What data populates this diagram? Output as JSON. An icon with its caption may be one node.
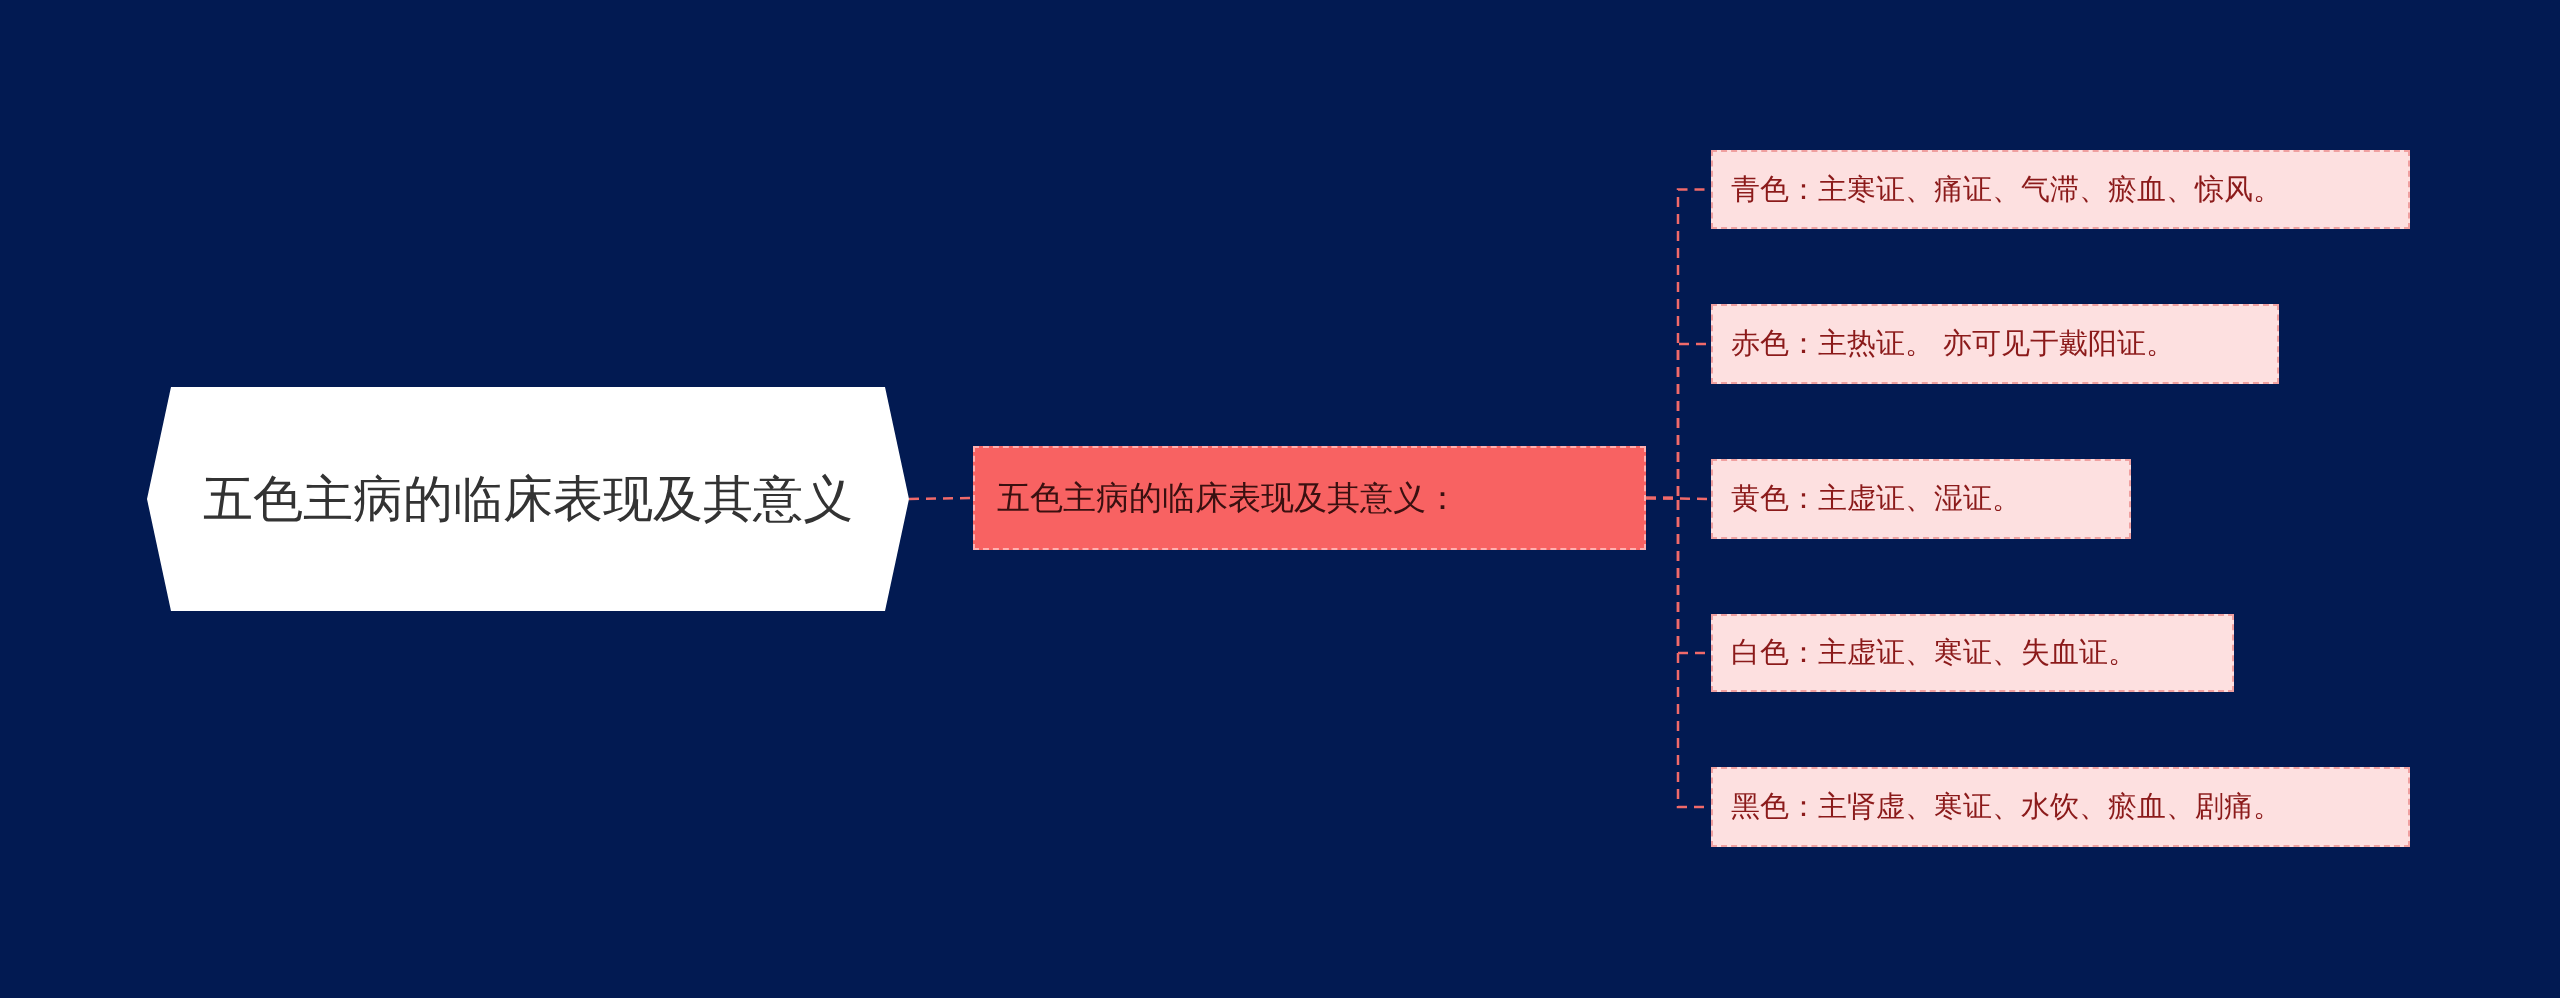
{
  "diagram": {
    "nodes": [
      {
        "text": [
          "五色主病的临床表现及其意义"
        ]
      },
      {
        "text": [
          "五色主病的临床表现及其意义："
        ]
      },
      {
        "text": [
          "青色：主寒证、痛证、气滞、瘀血、惊风。"
        ]
      },
      {
        "text": [
          "赤色：主热证。 亦可见于戴阳证。"
        ]
      },
      {
        "text": [
          "黄色：主虚证、湿证。"
        ]
      },
      {
        "text": [
          "白色：主虚证、寒证、失血证。"
        ]
      },
      {
        "text": [
          "黑色：主肾虚、寒证、水饮、瘀血、剧痛。"
        ]
      }
    ],
    "edges": [
      {
        "from": 0,
        "to": 1,
        "arrow": "none",
        "style": "dashed"
      },
      {
        "from": 1,
        "to": 2,
        "arrow": "none",
        "style": "dashed"
      },
      {
        "from": 1,
        "to": 3,
        "arrow": "none",
        "style": "dashed"
      },
      {
        "from": 1,
        "to": 4,
        "arrow": "none",
        "style": "dashed"
      },
      {
        "from": 1,
        "to": 5,
        "arrow": "none",
        "style": "dashed"
      },
      {
        "from": 1,
        "to": 6,
        "arrow": "none",
        "style": "dashed"
      }
    ]
  }
}
